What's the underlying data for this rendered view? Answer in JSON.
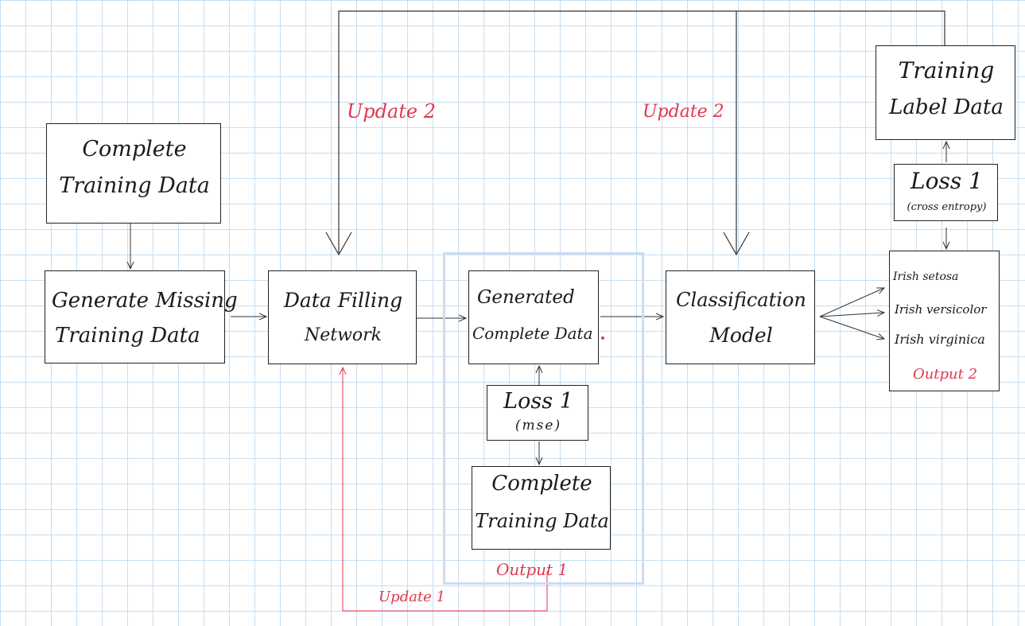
{
  "nodes": {
    "complete_training_data_top": {
      "line1": "Complete",
      "line2": "Training Data"
    },
    "generate_missing": {
      "line1": "Generate Missing",
      "line2": "Training Data"
    },
    "data_filling_network": {
      "line1": "Data Filling",
      "line2": "Network"
    },
    "generated_complete_data": {
      "line1": "Generated",
      "line2": "Complete Data"
    },
    "loss1_mse": {
      "line1": "Loss 1",
      "line2": "(mse)"
    },
    "complete_training_data_bottom": {
      "line1": "Complete",
      "line2": "Training Data"
    },
    "classification_model": {
      "line1": "Classification",
      "line2": "Model"
    },
    "training_label_data": {
      "line1": "Training",
      "line2": "Label Data"
    },
    "loss1_ce": {
      "line1": "Loss 1",
      "line2": "(cross entropy)"
    },
    "outputs_box": {
      "item1": "Irish setosa",
      "item2": "Irish versicolor",
      "item3": "Irish virginica"
    }
  },
  "labels": {
    "update2_left": "Update 2",
    "update2_right": "Update 2",
    "update1": "Update 1",
    "output1": "Output 1",
    "output2": "Output 2"
  },
  "colors": {
    "grid": "#c6def0",
    "highlight_border": "#cfdcef",
    "red_annotation": "#e0384f",
    "ink": "#222222"
  }
}
